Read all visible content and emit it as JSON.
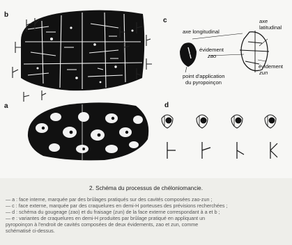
{
  "figure": {
    "panels": {
      "b": "b",
      "c": "c",
      "a": "a",
      "d": "d"
    },
    "panel_c_labels": {
      "axe_longitudinal": "axe longitudinal",
      "axe_latitudinal_1": "axe",
      "axe_latitudinal_2": "latitudinal",
      "evidement_zao_1": "évidement",
      "evidement_zao_2": "zao",
      "evidement_zun_1": "évidement",
      "evidement_zun_2": "zun",
      "point_1": "point d'application",
      "point_2": "du pyropoinçon"
    }
  },
  "caption": {
    "title": "2. Schéma du processus de chéloniomancie.",
    "lines": [
      "— a : face interne, marquée par des brûlages pratiqués sur des cavités composées zao-zun ;",
      "— c : face externe, marquée par des craquelures en demi-H porteuses des prévisions recherchées ;",
      "— d : schéma du gougeage (zao) et du fraisage (zun) de la face externe correspondant à a et b ;",
      "— e : variantes de craquelures en demi-H produites par brûlage pratiqué en appliquant un",
      "pyropoinçon à l'endroit de cavités composées de deux évidements, zao et zun, comme",
      "schématisé ci-dessus."
    ]
  }
}
